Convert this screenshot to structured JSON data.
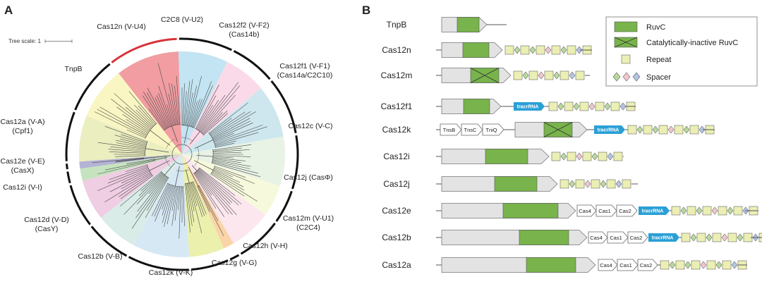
{
  "panels": {
    "a": "A",
    "b": "B"
  },
  "colors": {
    "ruvc": "#78b34b",
    "protein": "#e3e3e3",
    "repeat": "#ecefb4",
    "spacer_green": "#b8d99a",
    "spacer_pink": "#f2c6cf",
    "spacer_blue": "#b2c6e4",
    "tracr": "#2a9fd6",
    "highlight": "#d9333a"
  },
  "panel_a": {
    "scale_text": "Tree scale: 1",
    "clades": [
      {
        "label": "Cas12n (V-U4)",
        "highlight": true,
        "color": "#ee8c92"
      },
      {
        "label": "C2C8 (V-U2)",
        "highlight": false,
        "color": "#b8dff0"
      },
      {
        "label": "Cas12f2 (V-F2)",
        "sub": "(Cas14b)",
        "highlight": false,
        "color": "#f9d4e4"
      },
      {
        "label": "Cas12f1 (V-F1)",
        "sub": "(Cas14a/C2C10)",
        "highlight": false,
        "color": "#c6e3ec"
      },
      {
        "label": "Cas12c (V-C)",
        "highlight": false,
        "color": "#e4f1e0"
      },
      {
        "label": "Cas12j (CasΦ)",
        "highlight": false,
        "color": "#f6f8d6"
      },
      {
        "label": "Cas12m (V-U1)",
        "sub": "(C2C4)",
        "highlight": false,
        "color": "#fbe3ec"
      },
      {
        "label": "Cas12h (V-H)",
        "highlight": false,
        "color": "#f9cd98"
      },
      {
        "label": "Cas12g (V-G)",
        "highlight": false,
        "color": "#e8ed9f"
      },
      {
        "label": "Cas12k (V-K)",
        "highlight": false,
        "color": "#cfe4f2"
      },
      {
        "label": "Cas12b (V-B)",
        "highlight": false,
        "color": "#d2e9e4"
      },
      {
        "label": "Cas12d (V-D)",
        "sub": "(CasY)",
        "highlight": false,
        "color": "#ecc4de"
      },
      {
        "label": "Cas12i (V-I)",
        "highlight": false,
        "color": "#bcdeb4"
      },
      {
        "label": "Cas12e (V-E)",
        "sub": "(CasX)",
        "highlight": false,
        "color": "#a7a5ce"
      },
      {
        "label": "Cas12a (V-A)",
        "sub": "(Cpf1)",
        "highlight": false,
        "color": "#e8ebb4"
      },
      {
        "label": "TnpB",
        "highlight": false,
        "color": "#f9f5b8"
      }
    ]
  },
  "panel_b": {
    "rows": [
      {
        "name": "TnpB",
        "highlight": false
      },
      {
        "name": "Cas12n",
        "highlight": true
      },
      {
        "name": "Cas12m",
        "highlight": false
      },
      {
        "name": "Cas12f1",
        "highlight": false
      },
      {
        "name": "Cas12k",
        "highlight": false
      },
      {
        "name": "Cas12i",
        "highlight": false
      },
      {
        "name": "Cas12j",
        "highlight": false
      },
      {
        "name": "Cas12e",
        "highlight": false
      },
      {
        "name": "Cas12b",
        "highlight": false
      },
      {
        "name": "Cas12a",
        "highlight": false
      }
    ],
    "gene_labels": {
      "tnsb": "TnsB",
      "tnsc": "TnsC",
      "tniq": "TniQ",
      "cas4": "Cas4",
      "cas1": "Cas1",
      "cas2": "Cas2",
      "tracr": "tracrRNA"
    },
    "legend": {
      "ruvc": "RuvC",
      "inactive": "Catalytically-inactive RuvC",
      "repeat": "Repeat",
      "spacer": "Spacer"
    }
  }
}
